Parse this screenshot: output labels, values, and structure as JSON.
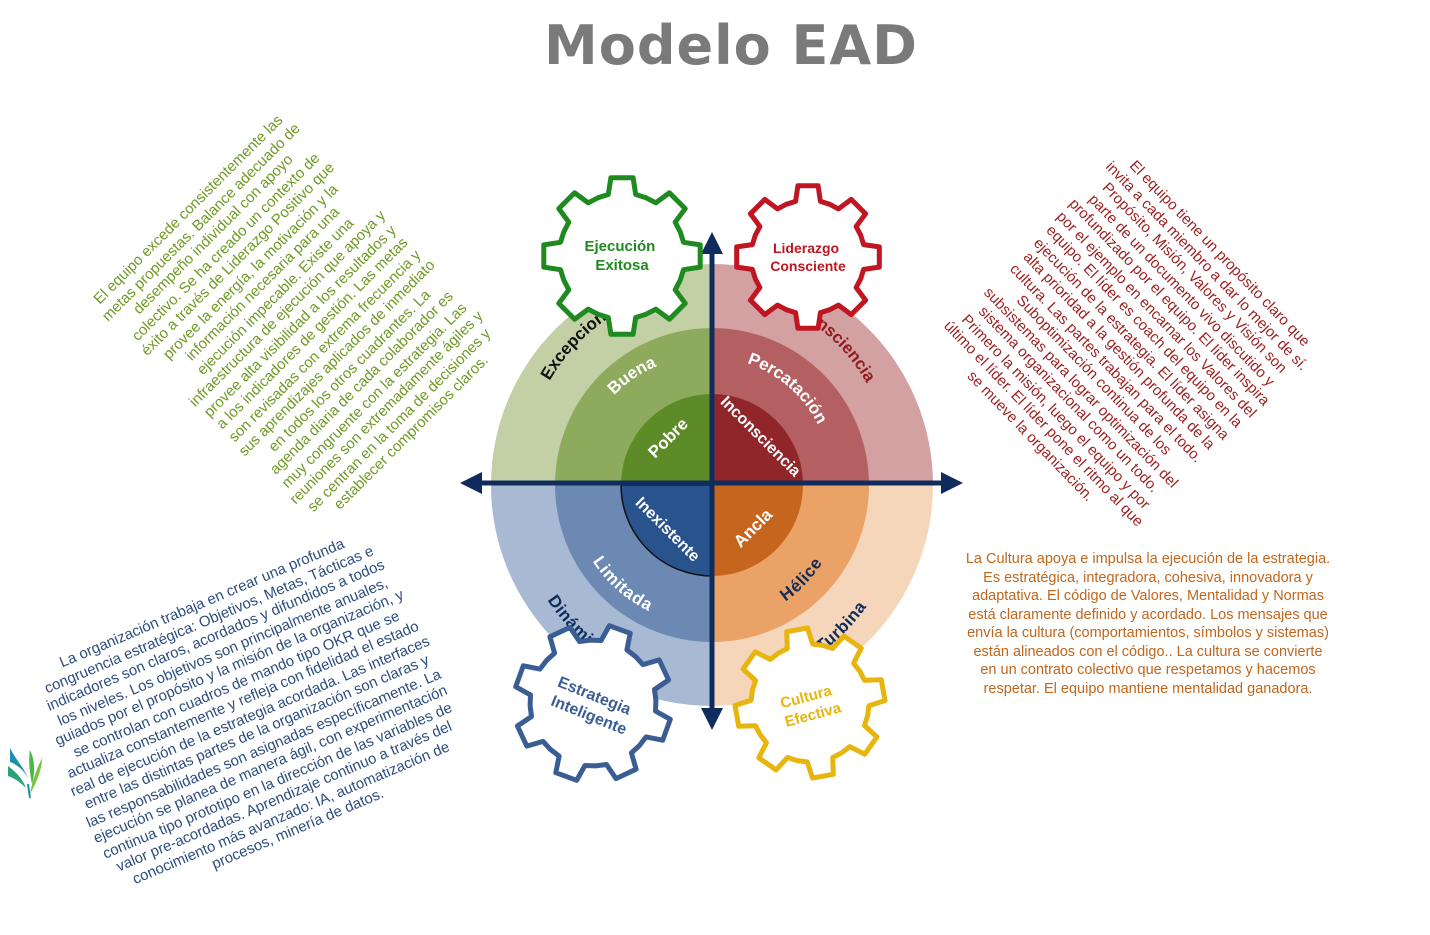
{
  "title": "Modelo EAD",
  "quadrants": {
    "top_left": {
      "outer": "Excepcional",
      "middle": "Buena",
      "inner": "Pobre",
      "gear": [
        "Ejecución",
        "Exitosa"
      ],
      "paragraph": "El equipo excede consistentemente las\nmetas propuestas. Balance adecuado de\ndesempeño individual con apoyo\ncolectivo. Se ha creado un contexto de\néxito a través de Liderazgo Positivo que\nprovee la energía, la motivación y la\ninformación necesaria para una\nejecución impecable. Existe una\ninfraestructura de ejecución que apoya y\nprovee alta visibilidad a los resultados y\na los indicadores de gestión. Las metas\nson revisadas con extrema frecuencia y\nsus aprendizajes aplicados de inmediato\nen todos los otros cuadrantes. La\nagenda diaria de cada colaborador es\nmuy congruente con la estrategia. Las\nreuniones son extremadamente ágiles y\nse centran en la toma de decisiones y\nestablecer compromisos claros."
    },
    "top_right": {
      "outer": "Consciencia",
      "middle": "Percatación",
      "inner": "Inconsciencia",
      "gear": [
        "Liderazgo",
        "Consciente"
      ],
      "paragraph": "El equipo tiene un propósito claro que\ninvita a cada miembro a dar lo mejor de sí.\nPropósito, Misión, Valores y Visión son\nparte de un documento vivo discutido y\nprofundizado por el equipo. El líder inspira\npor el ejemplo en encarnar los Valores del\nequipo. El líder es coach del equipo en la\nejecución de la estrategia. El líder asigna\nalta prioridad a la gestión profunda de la\ncultura. Las partes trabajan para el todo.\nSuboptimización continua de los\nsubsistemas para lograr optimización del\nsistema organizacional como un todo.\nPrimero la misión, luego el equipo y por\núltimo el líder. El líder pone el ritmo al que\nse mueve la organización."
    },
    "bottom_left": {
      "outer": "Dinámica",
      "middle": "Limitada",
      "inner": "Inexistente",
      "gear": [
        "Estrategia",
        "Inteligente"
      ],
      "paragraph": "La organización trabaja en crear una profunda\ncongruencia estratégica: Objetivos, Metas, Tácticas e\nindicadores son claros,  acordados y difundidos a todos\nlos niveles. Los objetivos son principalmente anuales,\nguiados por el propósito y la misión de la organización, y\nse controlan con cuadros de mando tipo OKR que se\nactualiza constantemente y refleja con fidelidad el estado\nreal de ejecución de la estrategia acordada. Las interfaces\nentre las distintas partes de la organización son claras y\nlas responsabilidades son asignadas específicamente. La\nejecución se planea de manera ágil, con experimentación\ncontinua tipo prototipo en la dirección de las variables de\nvalor pre-acordadas. Aprendizaje continuo a través del\nconocimiento más avanzado: IA, automatización de\nprocesos, minería de datos."
    },
    "bottom_right": {
      "outer": "Turbina",
      "middle": "Hélice",
      "inner": "Ancla",
      "gear": [
        "Cultura",
        "Efectiva"
      ],
      "paragraph": "La Cultura apoya e impulsa la ejecución de la estrategia.\nEs estratégica, integradora, cohesiva, innovadora y\nadaptativa. El código de Valores, Mentalidad y Normas\nestá claramente definido y acordado. Los mensajes que\nenvía la cultura (comportamientos, símbolos y sistemas)\nestán alineados con el código.. La cultura se convierte\nen un contrato colectivo que respetamos y hacemos\nrespetar. El equipo mantiene mentalidad ganadora."
    }
  },
  "colors": {
    "green": [
      "#c3d0a5",
      "#8eab5d",
      "#5c8b28"
    ],
    "red": [
      "#d3a1a2",
      "#b46062",
      "#91262a"
    ],
    "blue": [
      "#a8b9d4",
      "#6c89b4",
      "#29538d"
    ],
    "orange": [
      "#f5d6bb",
      "#eba267",
      "#c6651e"
    ],
    "axis": "#0f2c5c",
    "gear_green": "#1f8a1f",
    "gear_red": "#c01622",
    "gear_blue": "#3a5e94",
    "gear_yellow": "#e8b40e",
    "title": "#7a7a7a"
  },
  "logo": "bird-logo-icon"
}
